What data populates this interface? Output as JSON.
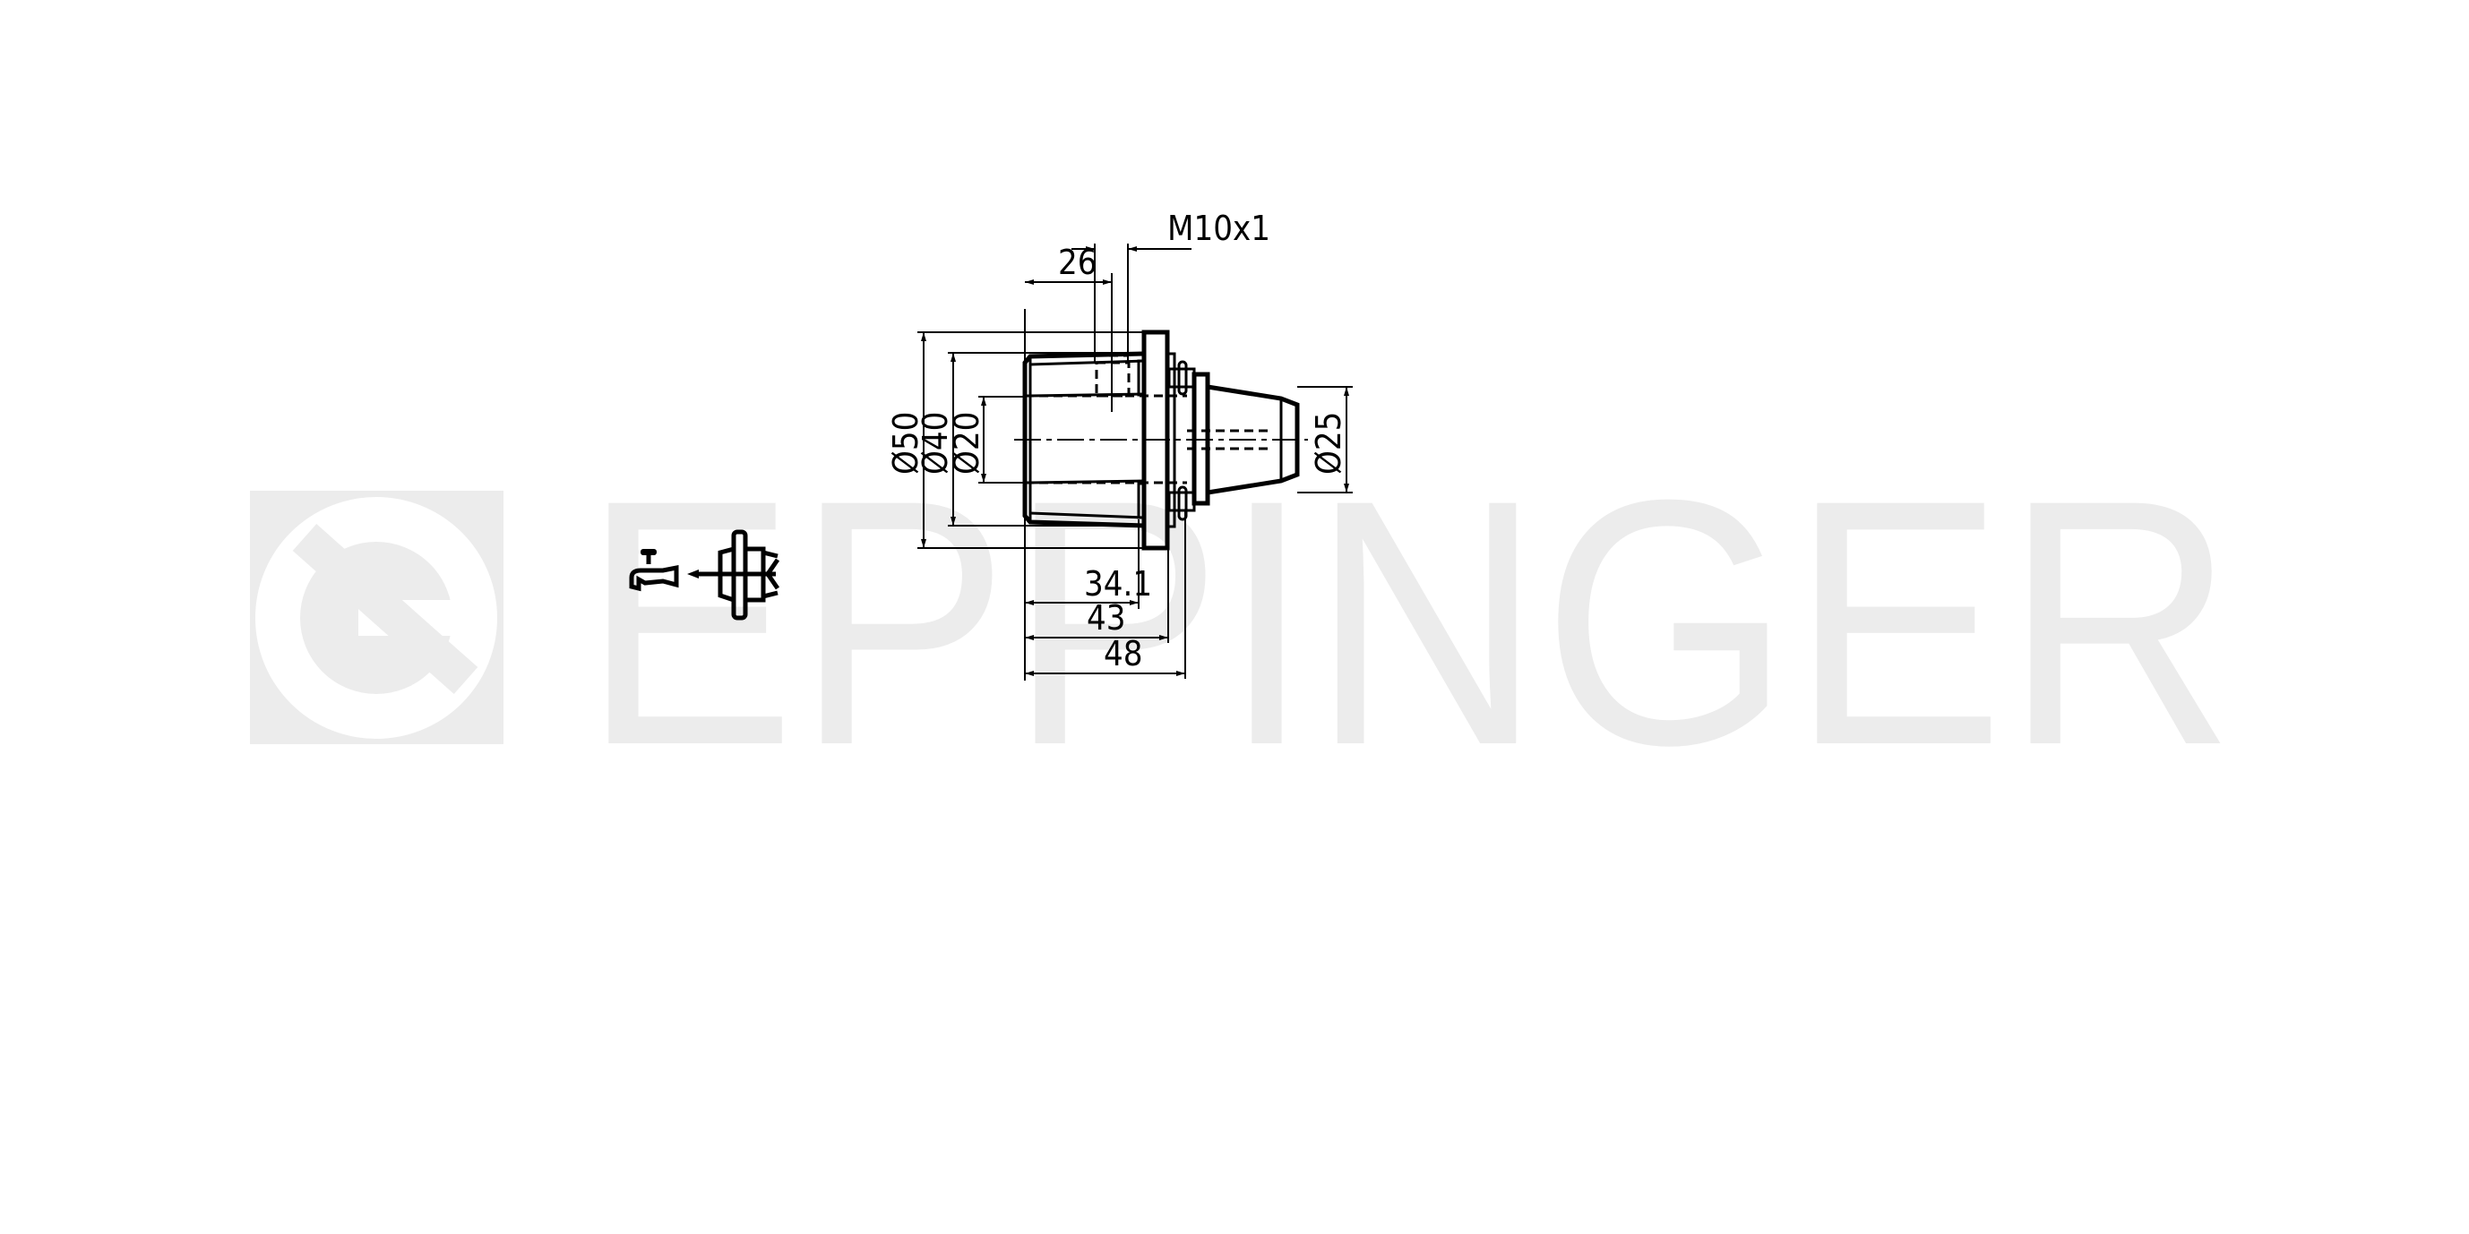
{
  "watermark": {
    "brand": "EPPINGER",
    "color": "#ececec"
  },
  "dimensions": {
    "thread": "M10x1",
    "d26": "26",
    "dia50": "Ø50",
    "dia40": "Ø40",
    "dia20": "Ø20",
    "dia25": "Ø25",
    "d34_1": "34.1",
    "d43": "43",
    "d48": "48"
  },
  "icons": [
    "coolant-tap-icon",
    "tool-holder-icon"
  ]
}
